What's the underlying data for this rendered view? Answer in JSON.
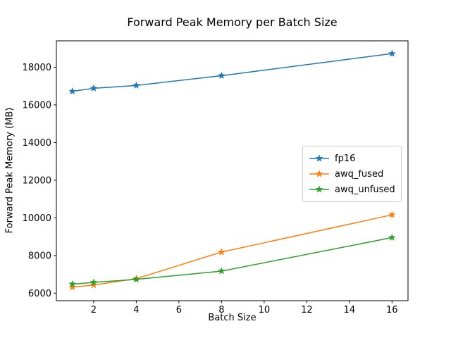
{
  "chart_data": {
    "type": "line",
    "title": "Forward Peak Memory per Batch Size",
    "xlabel": "Batch Size",
    "ylabel": "Forward Peak Memory (MB)",
    "x": [
      1,
      2,
      4,
      8,
      16
    ],
    "series": [
      {
        "name": "fp16",
        "color": "#1f77b4",
        "values": [
          16720,
          16880,
          17030,
          17550,
          18720
        ]
      },
      {
        "name": "awq_fused",
        "color": "#ff7f0e",
        "values": [
          6320,
          6430,
          6770,
          8180,
          10160
        ]
      },
      {
        "name": "awq_unfused",
        "color": "#2ca02c",
        "values": [
          6480,
          6570,
          6730,
          7170,
          8950
        ]
      }
    ],
    "marker": "star",
    "xlim": [
      0.25,
      16.75
    ],
    "ylim": [
      5600,
      19400
    ],
    "xticks": [
      2,
      4,
      6,
      8,
      10,
      12,
      14,
      16
    ],
    "yticks": [
      6000,
      8000,
      10000,
      12000,
      14000,
      16000,
      18000
    ],
    "grid": false,
    "legend_position": "center right"
  }
}
